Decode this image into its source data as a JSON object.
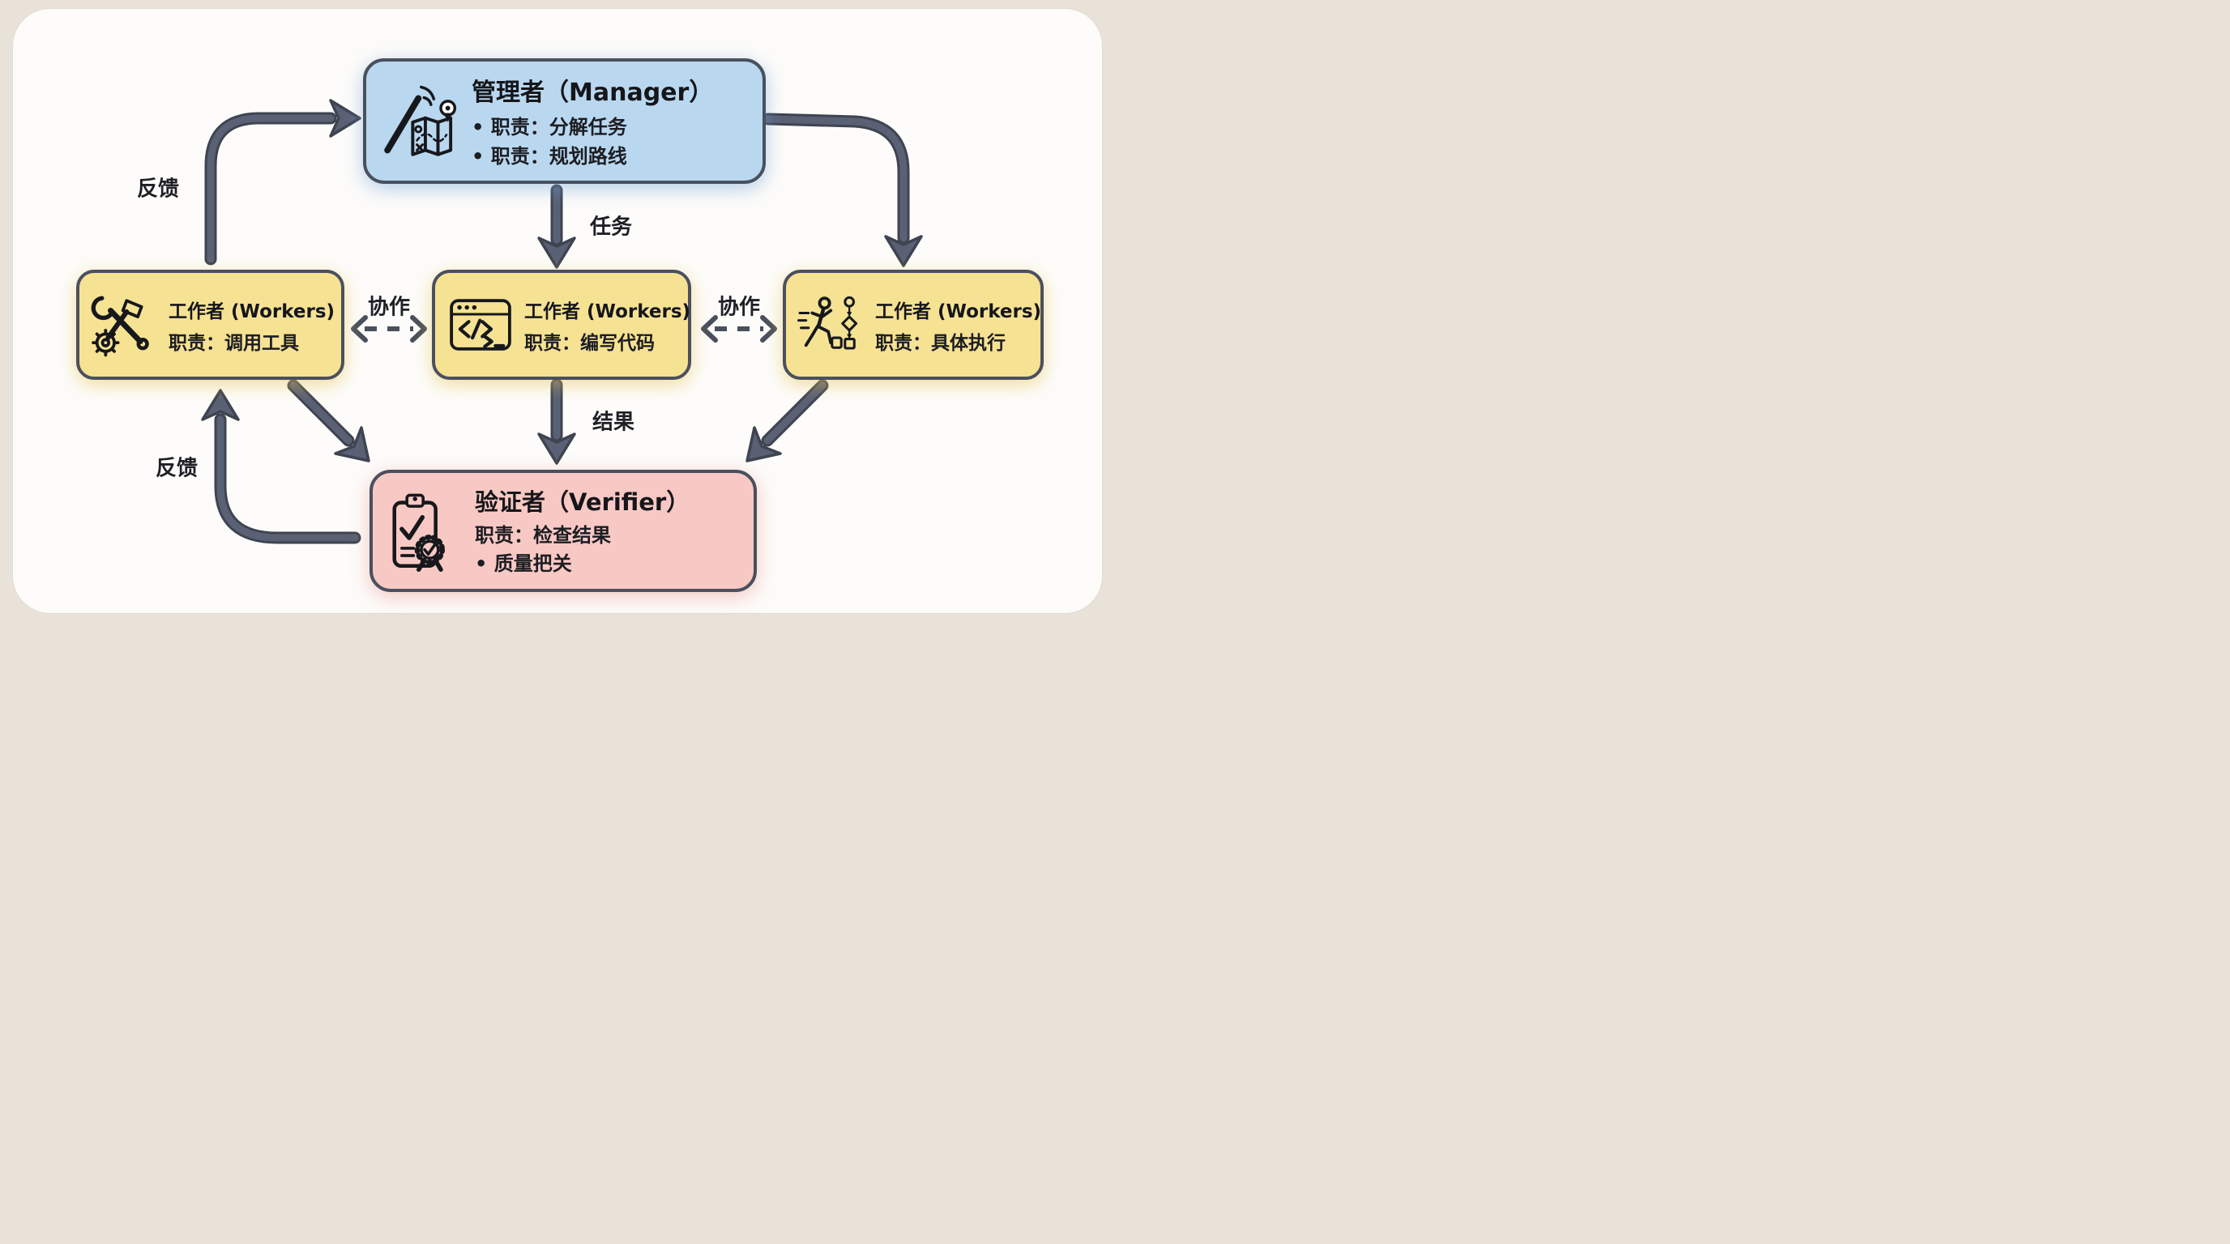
{
  "canvas": {
    "bg_outer": "#e9e2d9",
    "bg_card": "#fdfcfa"
  },
  "diagram": {
    "nodes": {
      "manager": {
        "title": "管理者（Manager）",
        "lines": [
          "• 职责：分解任务",
          "• 职责：规划路线"
        ],
        "fill": "#b9d8f0",
        "border": "#4a505e",
        "icon": "wand-and-map-icon"
      },
      "worker_tools": {
        "title": "工作者 (Workers)",
        "lines": [
          "职责：调用工具"
        ],
        "fill": "#f6e293",
        "border": "#4a505e",
        "icon": "wrench-hammer-gear-icon"
      },
      "worker_code": {
        "title": "工作者 (Workers)",
        "lines": [
          "职责：编写代码"
        ],
        "fill": "#f6e293",
        "border": "#4a505e",
        "icon": "code-window-icon"
      },
      "worker_exec": {
        "title": "工作者 (Workers)",
        "lines": [
          "职责：具体执行"
        ],
        "fill": "#f6e293",
        "border": "#4a505e",
        "icon": "runner-flowchart-icon"
      },
      "verifier": {
        "title": "验证者（Verifier）",
        "lines": [
          "职责：检查结果",
          "• 质量把关"
        ],
        "fill": "#f8c9c4",
        "border": "#4a505e",
        "icon": "clipboard-badge-icon"
      }
    },
    "edge_labels": {
      "feedback_top": "反馈",
      "task": "任务",
      "collab_left": "协作",
      "collab_right": "协作",
      "result": "结果",
      "feedback_bottom": "反馈"
    },
    "arrow_color": "#5a6175",
    "arrow_outline": "#3e4450"
  }
}
